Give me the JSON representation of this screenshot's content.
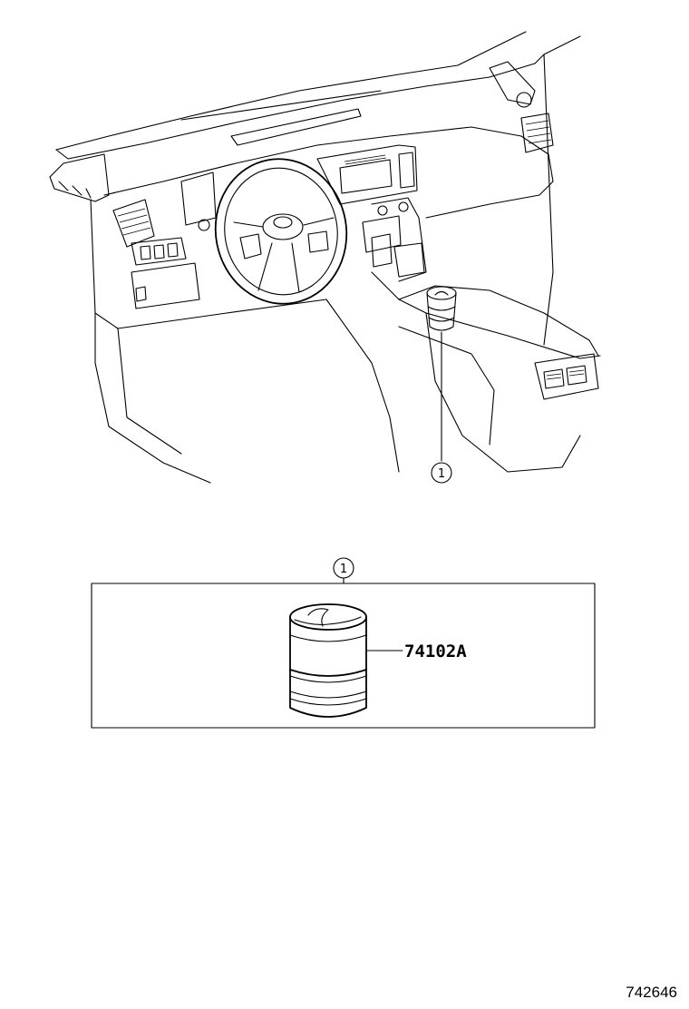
{
  "callouts": {
    "overview_marker": "1",
    "detail_marker": "1"
  },
  "detail_panel": {
    "part_number": "74102A"
  },
  "illustration_id": "742646",
  "icons": {
    "overview": "car-interior-dashboard-icon",
    "part": "ashtray-cup-icon"
  }
}
